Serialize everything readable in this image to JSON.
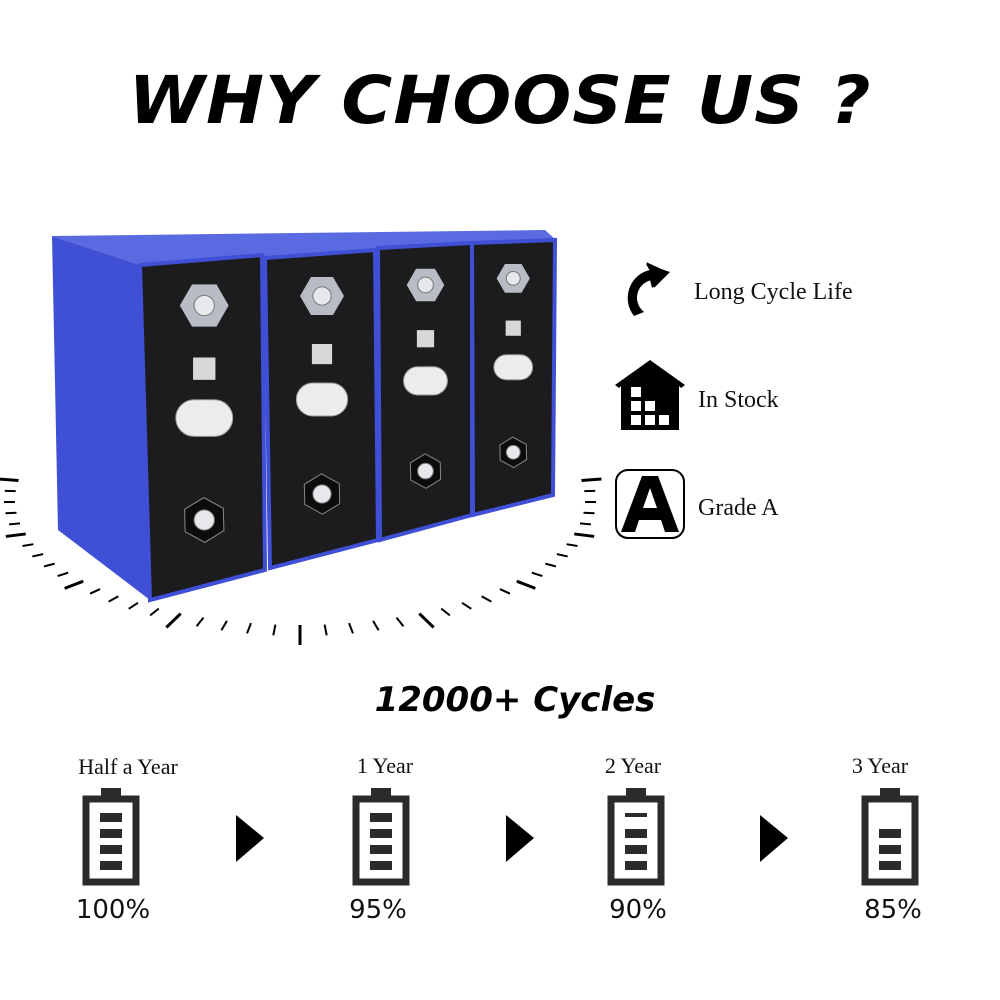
{
  "title": "WHY CHOOSE US ?",
  "features": [
    {
      "icon": "cycle-arrows-icon",
      "label": "Long Cycle Life"
    },
    {
      "icon": "warehouse-stock-icon",
      "label": "In Stock"
    },
    {
      "icon": "grade-a-icon",
      "label": "Grade A"
    }
  ],
  "cycles_heading": "12000+ Cycles",
  "timeline": [
    {
      "period": "Half a Year",
      "capacity": "100%",
      "bars": 4,
      "level": 100
    },
    {
      "period": "1 Year",
      "capacity": "95%",
      "bars": 4,
      "level": 95
    },
    {
      "period": "2 Year",
      "capacity": "90%",
      "bars": 4,
      "level": 90
    },
    {
      "period": "3 Year",
      "capacity": "85%",
      "bars": 3,
      "level": 85
    }
  ],
  "colors": {
    "cell_blue": "#3f4fd6",
    "cell_face": "#1c1c1e",
    "icon": "#2b2b2b"
  }
}
